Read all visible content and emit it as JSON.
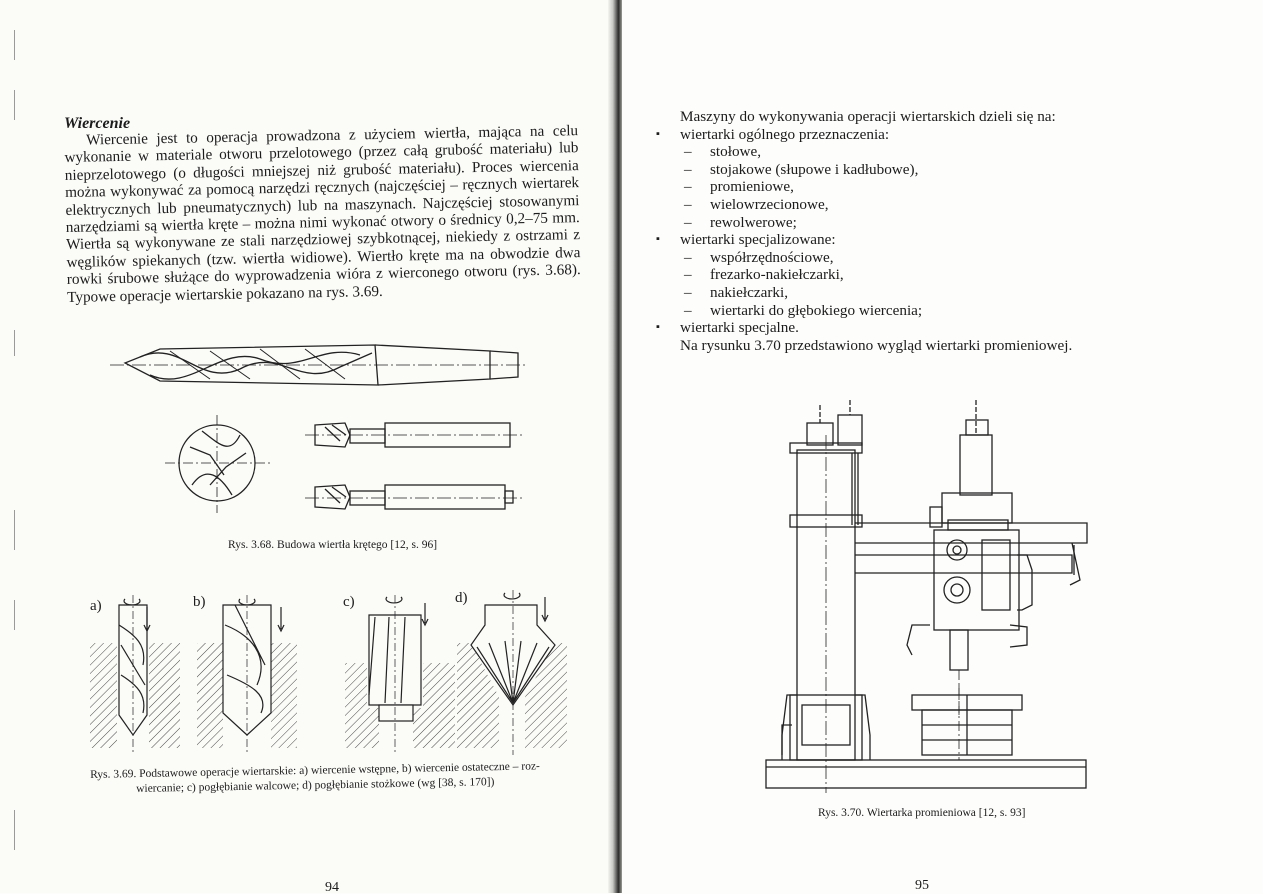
{
  "left_page": {
    "heading": "Wiercenie",
    "paragraph": "Wiercenie jest to operacja prowadzona z użyciem wiertła, mająca na celu wykonanie w materiale otworu przelotowego (przez całą grubość materiału) lub nieprzelotowego (o długości mniejszej niż grubość materiału). Proces wiercenia można wykonywać za pomocą narzędzi ręcznych (najczęściej – ręcznych wiertarek elektrycznych lub pneumatycznych) lub na maszynach. Najczęściej stosowanymi narzędziami są wiertła kręte – można nimi wykonać otwory o średnicy 0,2–75 mm. Wiertła są wykonywane ze stali narzędziowej szybkotnącej, niekiedy z ostrzami z węglików spiekanych (tzw. wiertła widiowe). Wiertło kręte ma na obwodzie dwa rowki śrubowe służące do wyprowadzenia wióra z wierconego otworu (rys. 3.68). Typowe operacje wiertarskie pokazano na rys. 3.69.",
    "figure1_caption": "Rys. 3.68. Budowa wiertła krętego [12, s. 96]",
    "figure2_labels": [
      "a)",
      "b)",
      "c)",
      "d)"
    ],
    "figure2_caption_line1": "Rys. 3.69. Podstawowe operacje wiertarskie: a) wiercenie wstępne, b) wiercenie ostateczne – roz-",
    "figure2_caption_line2": "wiercanie; c) pogłębianie walcowe; d) pogłębianie stożkowe (wg [38, s. 170])",
    "page_number": "94"
  },
  "right_page": {
    "intro": "Maszyny do wykonywania operacji wiertarskich dzieli się na:",
    "groups": [
      {
        "label": "wiertarki ogólnego przeznaczenia:",
        "items": [
          "stołowe,",
          "stojakowe (słupowe i kadłubowe),",
          "promieniowe,",
          "wielowrzecionowe,",
          "rewolwerowe;"
        ]
      },
      {
        "label": "wiertarki specjalizowane:",
        "items": [
          "współrzędnościowe,",
          "frezarko-nakiełczarki,",
          "nakiełczarki,",
          "wiertarki do głębokiego wiercenia;"
        ]
      },
      {
        "label": "wiertarki specjalne.",
        "items": []
      }
    ],
    "outro": "Na rysunku 3.70 przedstawiono wygląd wiertarki promieniowej.",
    "figure_caption": "Rys. 3.70. Wiertarka promieniowa [12, s. 93]",
    "page_number": "95"
  },
  "symbols": {
    "bullet": "▪",
    "dash": "–"
  }
}
